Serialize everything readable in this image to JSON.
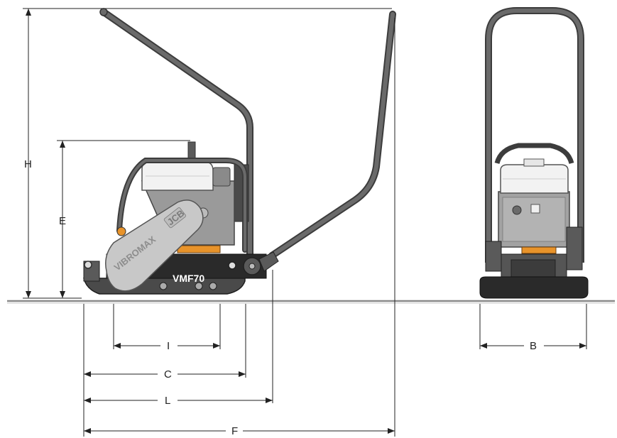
{
  "dimensions": {
    "H": "H",
    "E": "E",
    "I": "I",
    "C": "C",
    "L": "L",
    "F": "F",
    "B": "B"
  },
  "machine": {
    "model": "VMF70",
    "side_text": "VIBROMAX",
    "logo": "JCB"
  },
  "colors": {
    "frame": "#5a5a5a",
    "frame_dark": "#3c3c3c",
    "engine_body": "#9a9a9a",
    "engine_cover": "#f2f2f2",
    "belt_guard": "#c8c8c8",
    "accent_orange": "#e8932a",
    "base_plate": "#2a2a2a",
    "ground_line": "#8a8a8a",
    "dim_line": "#222222"
  }
}
